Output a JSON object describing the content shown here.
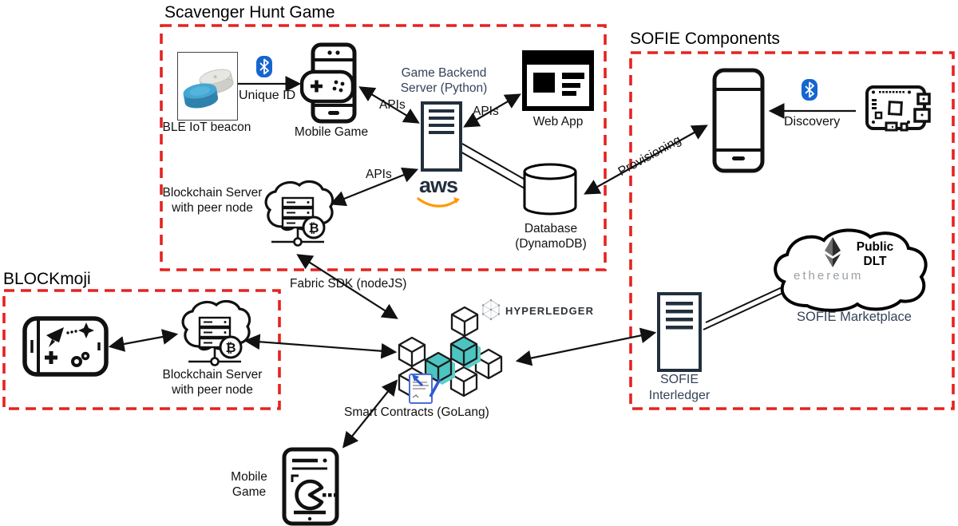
{
  "colors": {
    "accent_red": "#e42320",
    "navy": "#232f3e",
    "text_navy": "#34435a",
    "teal": "#4cc4c1",
    "aws_orange": "#ff9900",
    "bluetooth_blue": "#1566d0",
    "ethereum_gray": "#9aa0a6"
  },
  "icons": {
    "btc_symbol": "₿"
  },
  "scavenger": {
    "title": "Scavenger Hunt Game",
    "ble_beacon_label": "BLE IoT beacon",
    "unique_id_label": "Unique ID",
    "mobile_game_label": "Mobile Game",
    "backend_label": "Game Backend\nServer (Python)",
    "aws_label": "aws",
    "web_app_label": "Web App",
    "database_label": "Database\n(DynamoDB)",
    "blockchain_label": "Blockchain Server\nwith peer node",
    "api_label": "APIs"
  },
  "blockmoji": {
    "title": "BLOCKmoji",
    "blockchain_label": "Blockchain Server\nwith peer node"
  },
  "sofie": {
    "title": "SOFIE Components",
    "discovery_label": "Discovery",
    "provisioning_label": "Provisioning",
    "interledger_label": "SOFIE\nInterledger",
    "marketplace_label": "SOFIE Marketplace",
    "public_dlt_label": "Public\nDLT",
    "ethereum_label": "ethereum"
  },
  "center": {
    "fabric_sdk_label": "Fabric SDK (nodeJS)",
    "hyperledger_label": "HYPERLEDGER",
    "smart_contracts_label": "Smart Contracts (GoLang)"
  },
  "bottom": {
    "mobile_game_label": "Mobile\nGame"
  }
}
